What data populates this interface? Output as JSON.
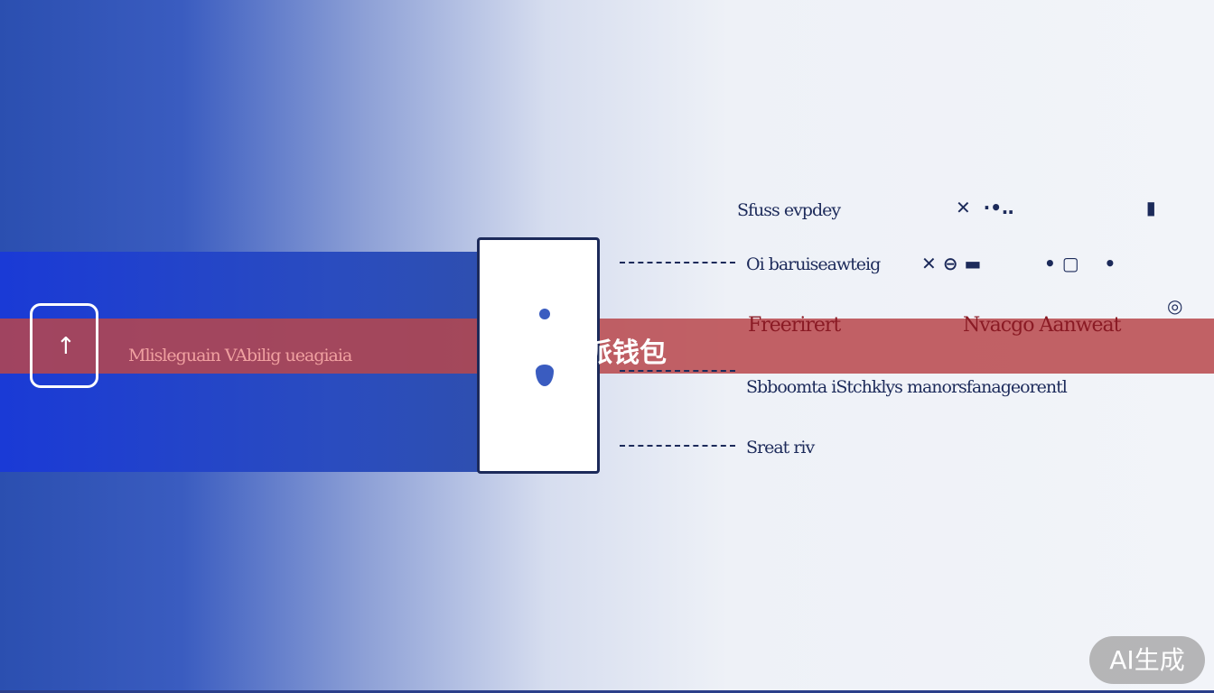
{
  "title": "比特派钱包",
  "badge": "AI生成",
  "left_text": "Mlisleguain VAbilig ueagiaia",
  "up_icon": "↑",
  "labels": [
    "Sfuss evpdey",
    "Oi baruiseawteig",
    "Sbboomta iStchklys manorsfanageorentl",
    "Sreat riv"
  ],
  "red_labels": [
    "Freerirert",
    "Nvacgo Aanweat"
  ],
  "colors": {
    "banner": "#b9464b",
    "navy": "#1c2a5a",
    "blue": "#2b4fb0"
  }
}
